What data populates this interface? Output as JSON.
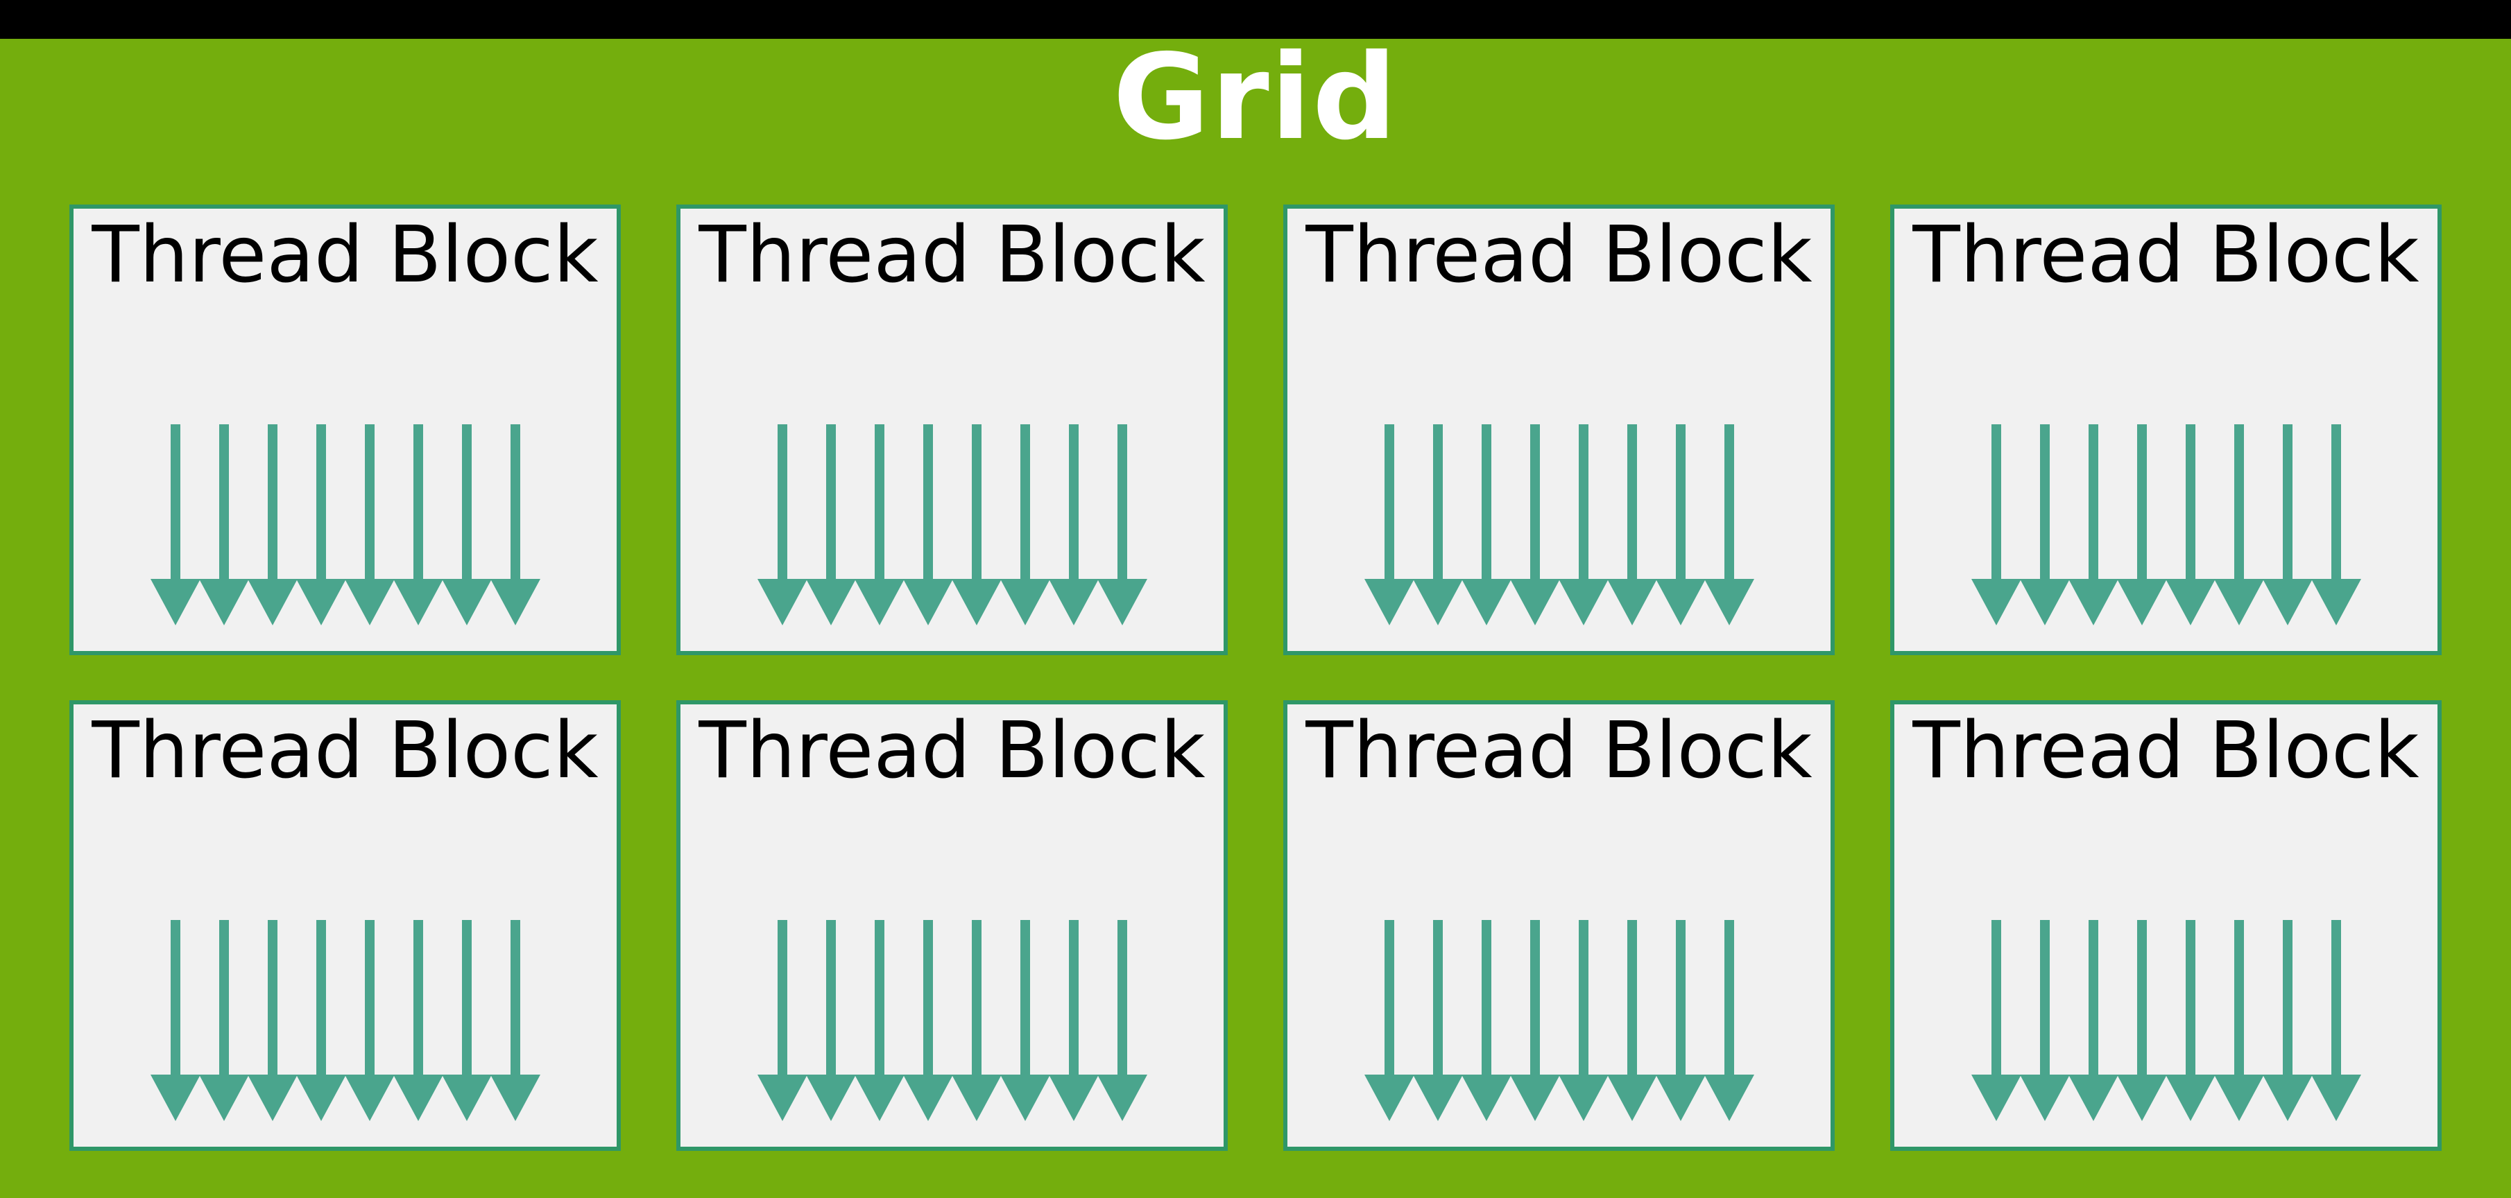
{
  "grid": {
    "title": "Grid",
    "blocks": [
      {
        "label": "Thread Block"
      },
      {
        "label": "Thread Block"
      },
      {
        "label": "Thread Block"
      },
      {
        "label": "Thread Block"
      },
      {
        "label": "Thread Block"
      },
      {
        "label": "Thread Block"
      },
      {
        "label": "Thread Block"
      },
      {
        "label": "Thread Block"
      }
    ],
    "arrows_per_block": 8
  },
  "icons": {
    "arrow": "thread-arrow-down-icon"
  },
  "colors": {
    "background_green": "#74AE0D",
    "top_bar_black": "#000000",
    "block_fill": "#F1F1F1",
    "block_border": "#2F9768",
    "arrow_teal": "#4AA58D",
    "title_text": "#FFFFFF",
    "block_text": "#000000"
  }
}
